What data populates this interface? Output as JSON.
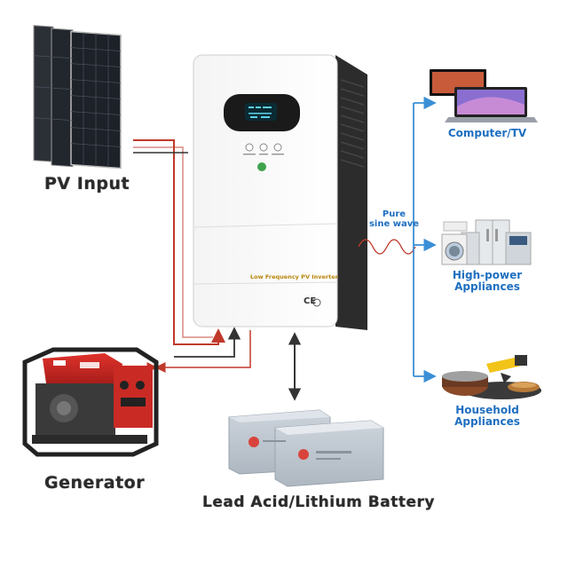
{
  "labels": {
    "pv_input": "PV Input",
    "generator": "Generator",
    "battery": "Lead Acid/Lithium Battery",
    "computer_tv": "Computer/TV",
    "high_power_line1": "High-power",
    "high_power_line2": "Appliances",
    "household_line1": "Household",
    "household_line2": "Appliances",
    "pure_line1": "Pure",
    "pure_line2": "sine wave"
  },
  "inverter": {
    "model_label": "Low Frequency PV Inverter",
    "ce_mark": "CE"
  },
  "colors": {
    "arrow_blue": "#3a8fd6",
    "wire_red": "#c0392b",
    "wire_dark": "#333333",
    "sine_red": "#c0392b",
    "label_blue": "#1f6fc0"
  },
  "icons": {
    "solar": "solar-panel-icon",
    "generator": "generator-icon",
    "battery": "battery-icon",
    "computer": "computer-tv-icon",
    "appliances": "appliances-icon",
    "household": "cookware-icon"
  }
}
